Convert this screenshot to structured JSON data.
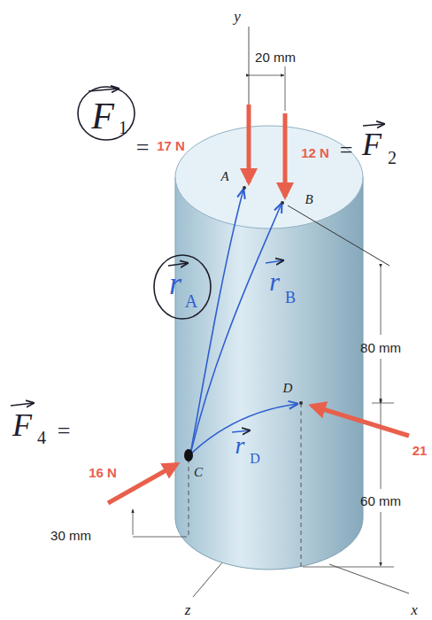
{
  "diagram": {
    "labels": [
      "y",
      "20 mm",
      "F",
      "1",
      "=",
      "17 N",
      "12 N",
      "=",
      "F",
      "2",
      "A",
      "B",
      "r",
      "A",
      "r",
      "B",
      "80 mm",
      "D",
      "21",
      "F",
      "4",
      "=",
      "16 N",
      "C",
      "r",
      "D",
      "30 mm",
      "60 mm",
      "z",
      "x"
    ]
  }
}
